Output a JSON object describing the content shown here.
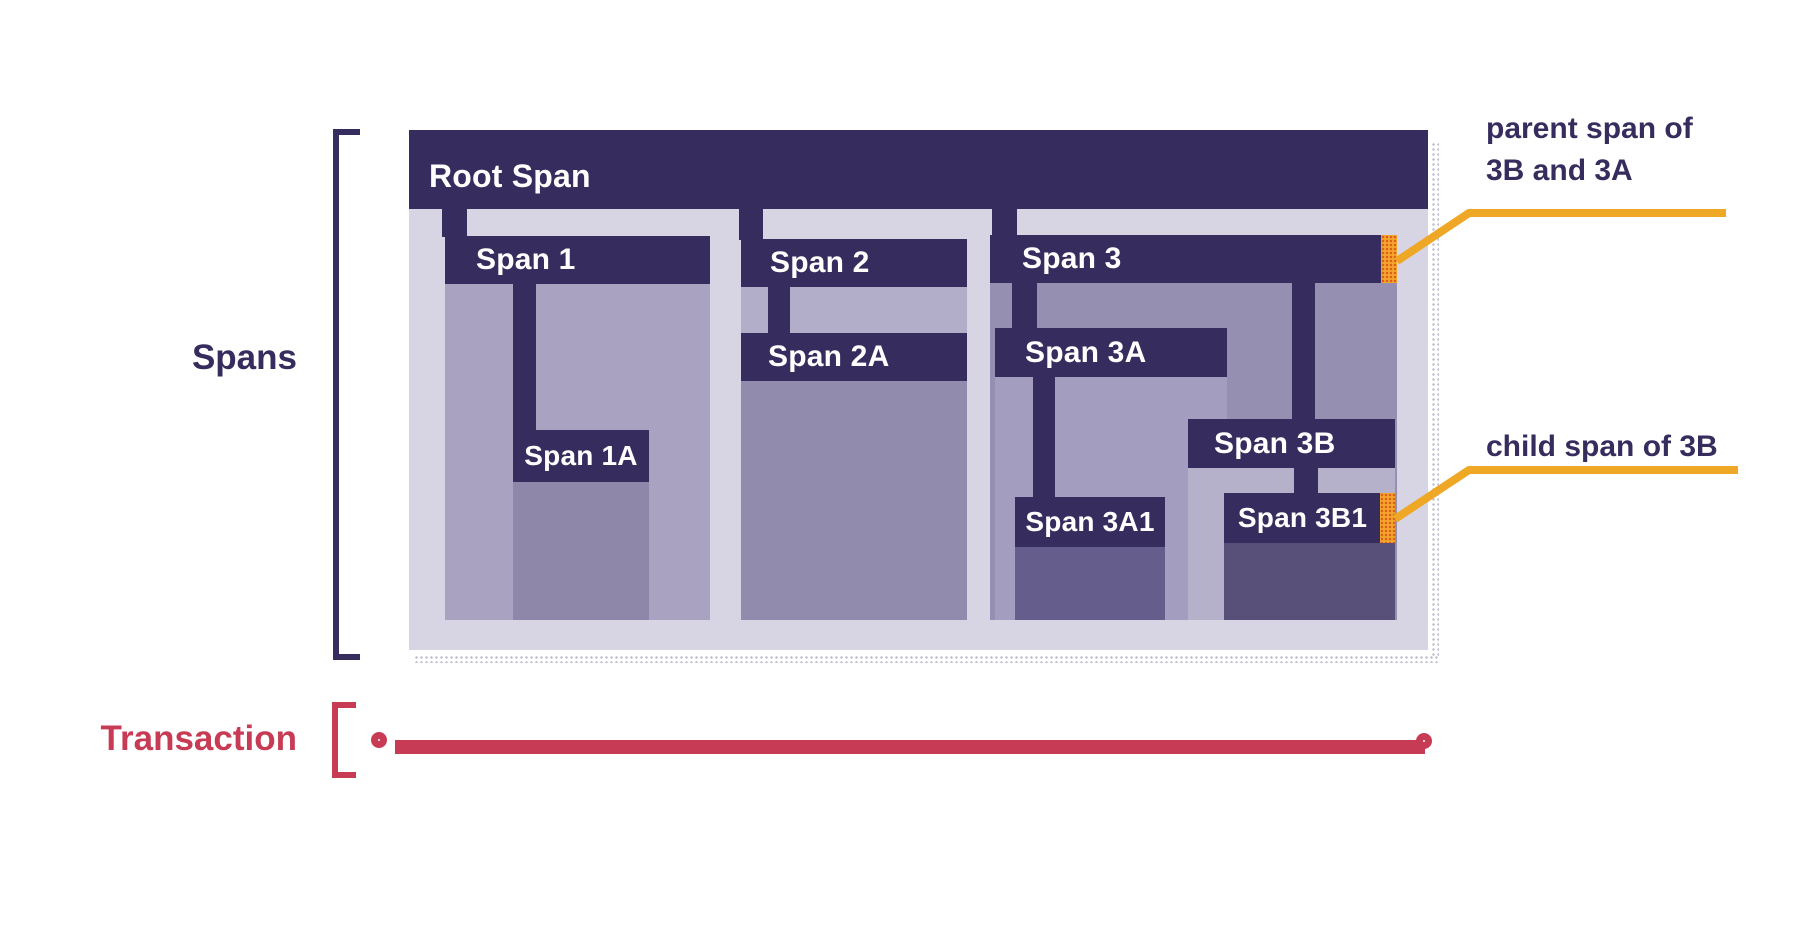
{
  "side": {
    "spans_label": "Spans",
    "transaction_label": "Transaction"
  },
  "span_tree": {
    "label": "Root Span",
    "children": [
      {
        "label": "Span 1",
        "children": [
          {
            "label": "Span 1A",
            "children": []
          }
        ]
      },
      {
        "label": "Span 2",
        "children": [
          {
            "label": "Span 2A",
            "children": []
          }
        ]
      },
      {
        "label": "Span 3",
        "children": [
          {
            "label": "Span 3A",
            "children": [
              {
                "label": "Span 3A1",
                "children": []
              }
            ]
          },
          {
            "label": "Span 3B",
            "children": [
              {
                "label": "Span 3B1",
                "children": []
              }
            ]
          }
        ]
      }
    ]
  },
  "annotations": {
    "parent_line1": "parent span of",
    "parent_line2": "3B and 3A",
    "child_text": "child span of 3B"
  },
  "palette": {
    "bar": "#372c5e",
    "container": "#d7d4e3",
    "span1_body": "#a9a3c1",
    "span1a_body": "#8e87aa",
    "span2_body": "#b2adc8",
    "span2a_body": "#918bad",
    "span3_body": "#958fb1",
    "span3a_body": "#a39dbf",
    "span3a1_body": "#655d8c",
    "span3b_body": "#b6b1cb",
    "span3b1_body": "#585079",
    "red": "#c83b55",
    "yellow": "#efa726",
    "marker_orange": "#f2a62b",
    "marker_dot": "#dd5f1e",
    "shadow_dot": "#c3bfd4",
    "text_light": "#ffffff",
    "text_dark": "#372c5e"
  }
}
